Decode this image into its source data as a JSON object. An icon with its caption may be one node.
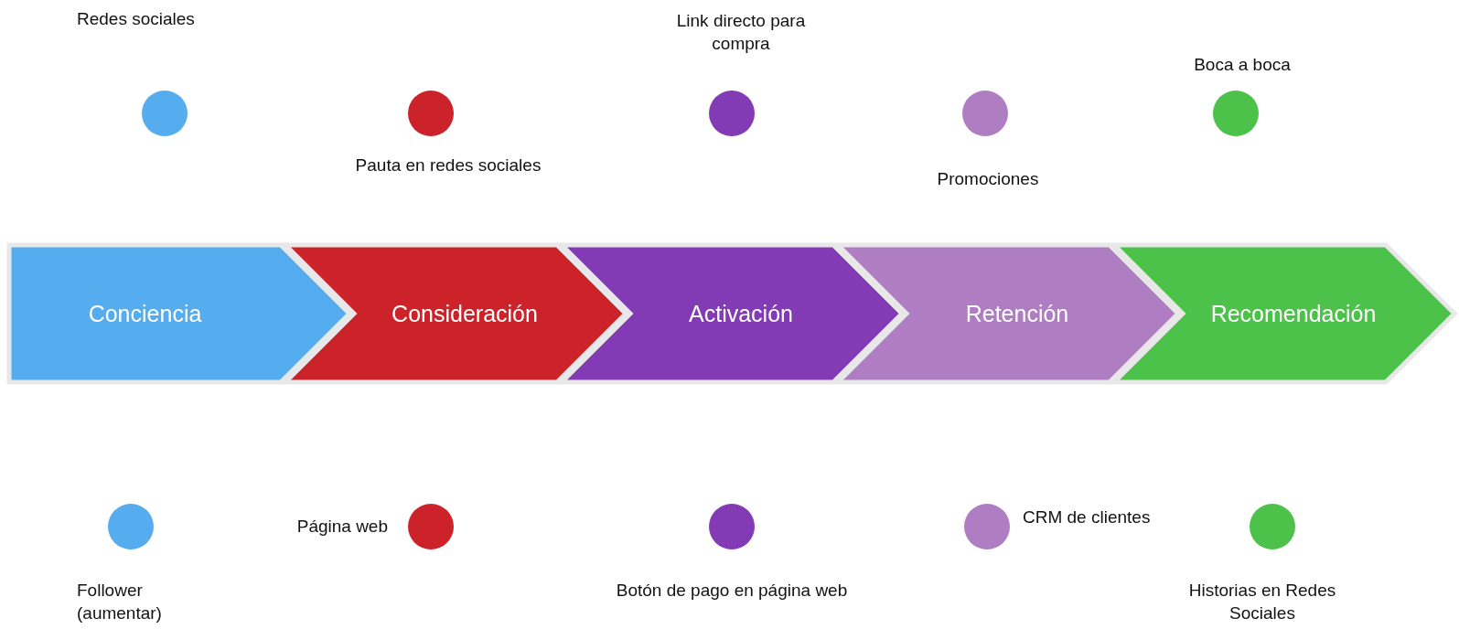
{
  "diagram": {
    "nodes": [
      {
        "text": [],
        "shape": "circle",
        "beside": [
          "Redes sociales"
        ]
      },
      {
        "text": [],
        "shape": "circle",
        "beside": [
          "Pauta en redes sociales"
        ]
      },
      {
        "text": [],
        "shape": "circle",
        "beside": [
          "Link directo para compra"
        ]
      },
      {
        "text": [],
        "shape": "circle",
        "beside": [
          "Promociones"
        ]
      },
      {
        "text": [],
        "shape": "circle",
        "beside": [
          "Boca a boca"
        ]
      },
      {
        "text": [
          "Conciencia"
        ]
      },
      {
        "text": [
          "Consideración"
        ]
      },
      {
        "text": [
          "Activación"
        ]
      },
      {
        "text": [
          "Retención"
        ]
      },
      {
        "text": [
          "Recomendación"
        ]
      },
      {
        "text": [],
        "shape": "circle",
        "beside": [
          "Follower (aumentar)"
        ]
      },
      {
        "text": [],
        "shape": "circle",
        "beside": [
          "Página web"
        ]
      },
      {
        "text": [],
        "shape": "circle",
        "beside": [
          "Botón de pago en página web"
        ]
      },
      {
        "text": [],
        "shape": "circle",
        "beside": [
          "CRM de clientes"
        ]
      },
      {
        "text": [],
        "shape": "circle",
        "beside": [
          "Historias en Redes Sociales"
        ]
      }
    ]
  }
}
